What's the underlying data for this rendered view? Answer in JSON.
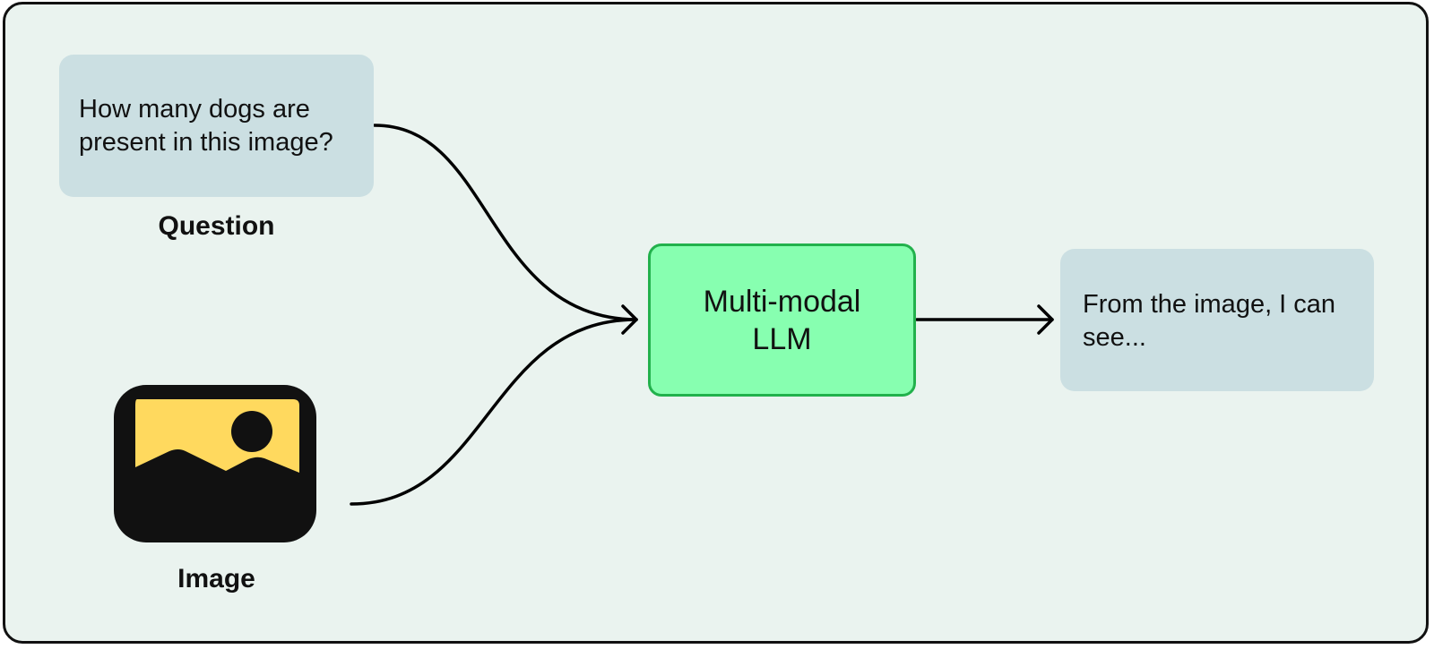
{
  "question": {
    "text": "How many dogs are present in this image?",
    "caption": "Question"
  },
  "image_input": {
    "icon": "image-icon",
    "caption": "Image"
  },
  "model": {
    "label": "Multi-modal LLM"
  },
  "answer": {
    "text": "From the image, I can see..."
  },
  "colors": {
    "background": "#eaf3ef",
    "text_box": "#cbdfe2",
    "model_fill": "#87ffb0",
    "model_border": "#22b14c",
    "image_frame": "#111111",
    "image_fill": "#ffd95e"
  }
}
